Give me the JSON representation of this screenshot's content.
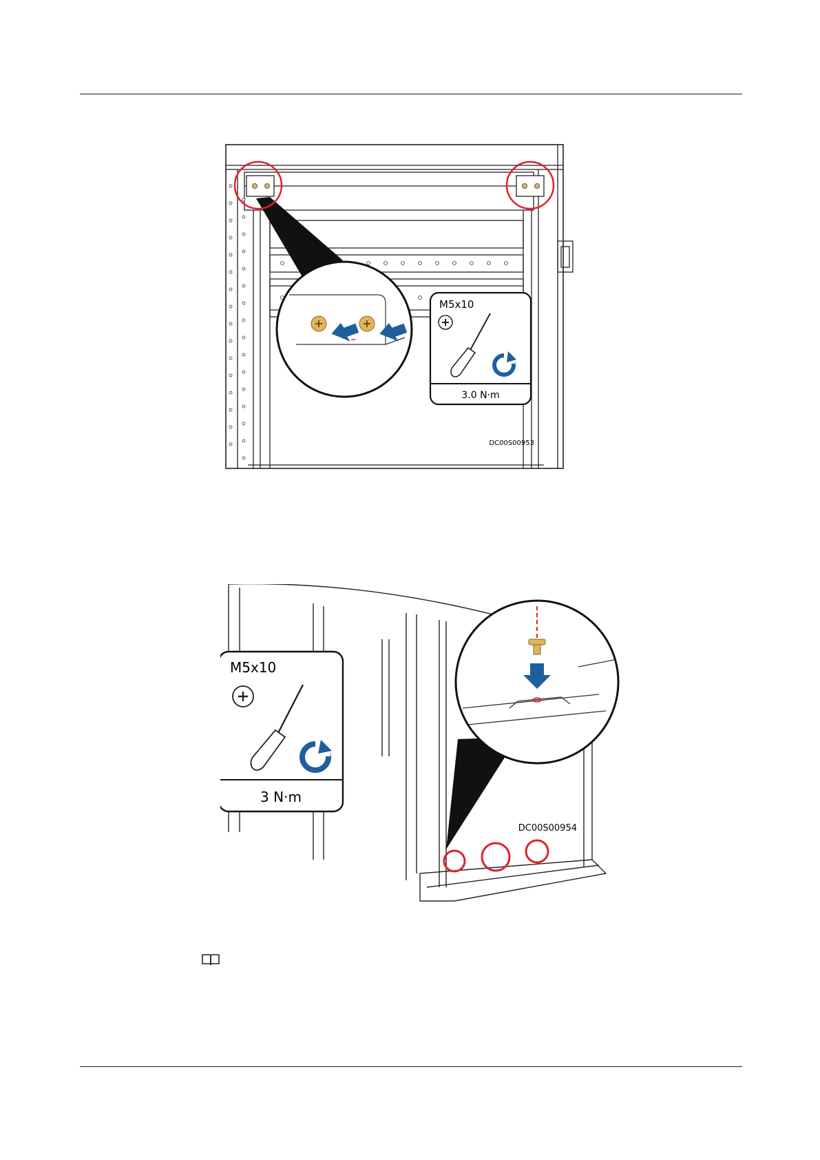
{
  "figure1": {
    "screw_spec": "M5x10",
    "torque": "3.0 N·m",
    "code": "DC00S00953",
    "accent_color": "#1f5f9e",
    "highlight_color": "#e0202a",
    "screw_color": "#e2b45a"
  },
  "figure2": {
    "screw_spec": "M5x10",
    "torque": "3 N·m",
    "code": "DC00S00954",
    "accent_color": "#1f5f9e",
    "highlight_color": "#e0202a",
    "screw_color": "#e2b45a"
  },
  "note": {
    "icon": "book-icon"
  }
}
